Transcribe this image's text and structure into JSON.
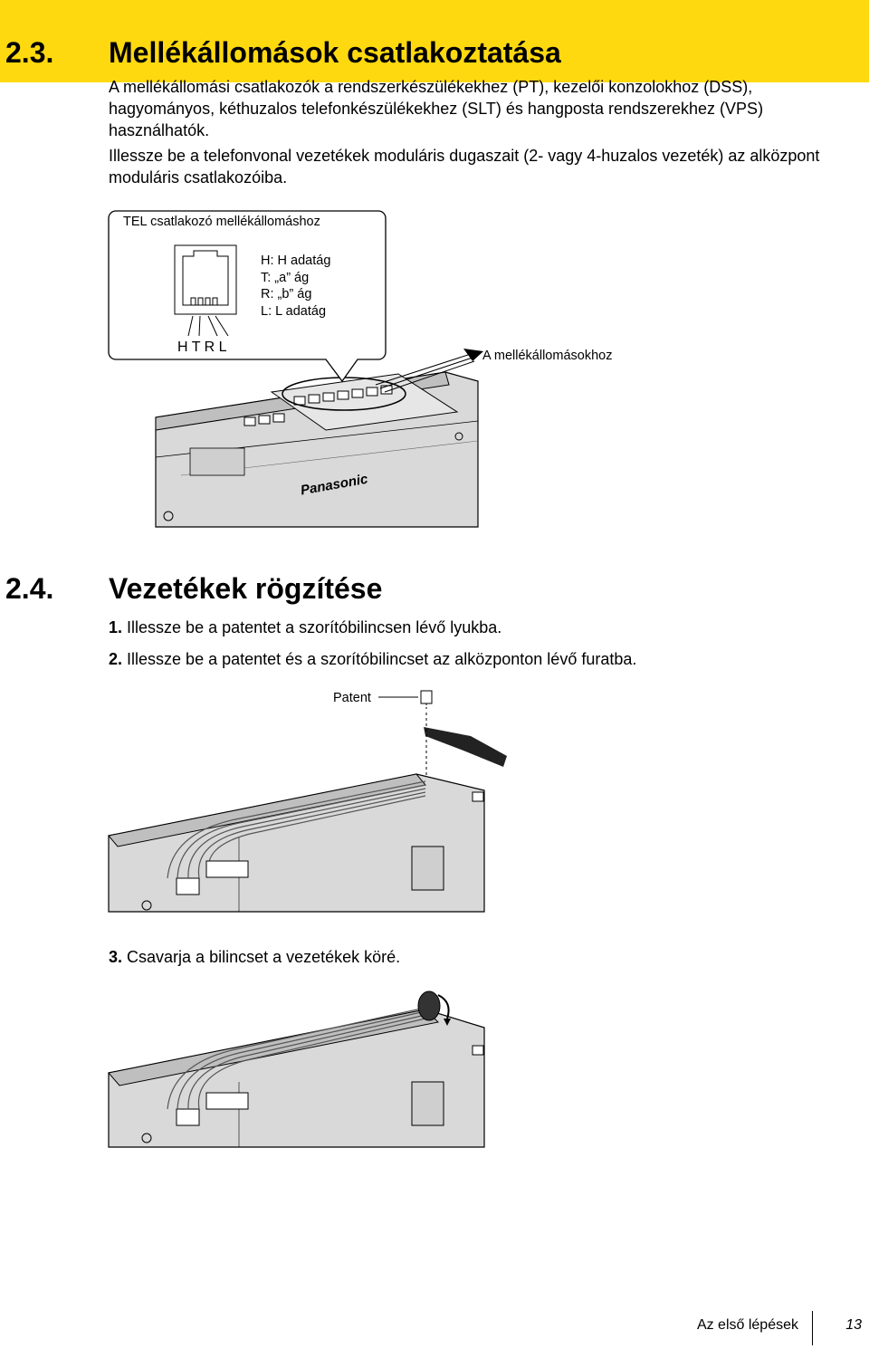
{
  "section_23": {
    "number": "2.3.",
    "title": "Mellékállomások csatlakoztatása",
    "para1": "A mellékállomási csatlakozók a rendszerkészülékekhez (PT), kezelői konzolokhoz (DSS), hagyományos, kéthuzalos telefonkészülékekhez (SLT) és hangposta rendszerekhez (VPS) használhatók.",
    "para2": "Illessze be a telefonvonal vezetékek moduláris dugaszait (2- vagy 4-huzalos vezeték) az alközpont moduláris csatlakozóiba."
  },
  "figure1": {
    "callout_title": "TEL csatlakozó mellékállomáshoz",
    "legend": [
      "H: H adatág",
      "T: „a” ág",
      "R: „b” ág",
      "L: L adatág"
    ],
    "pins_label": "H T R L",
    "arrow_label": "A mellékállomásokhoz",
    "brand": "Panasonic"
  },
  "section_24": {
    "number": "2.4.",
    "title": "Vezetékek rögzítése",
    "steps": [
      {
        "num": "1.",
        "text": "Illessze be a patentet a szorítóbilincsen lévő lyukba."
      },
      {
        "num": "2.",
        "text": "Illessze be a patentet és a szorítóbilincset az alközponton lévő furatba."
      },
      {
        "num": "3.",
        "text": "Csavarja a bilincset a vezetékek köré."
      }
    ],
    "figure2_label": "Patent"
  },
  "footer": {
    "label": "Az első lépések",
    "page": "13"
  },
  "colors": {
    "tab": "#ffd90f",
    "device": "#d9d9d9",
    "device_dark": "#bfbfbf"
  }
}
